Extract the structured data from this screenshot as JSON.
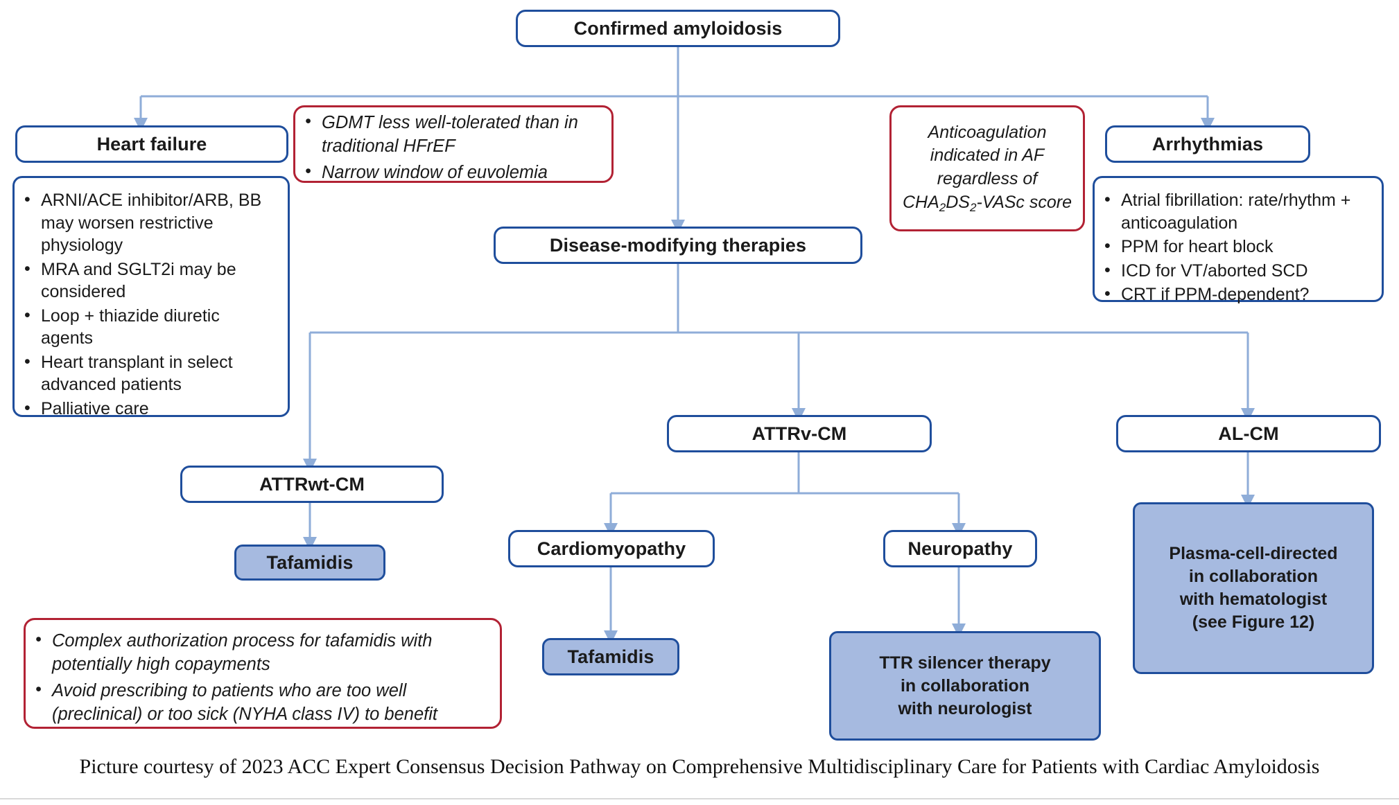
{
  "diagram": {
    "title_node": {
      "label": "Confirmed amyloidosis"
    },
    "branches": {
      "heart_failure": {
        "header": "Heart failure",
        "items": [
          "ARNI/ACE inhibitor/ARB, BB may worsen restrictive physiology",
          "MRA and SGLT2i may be considered",
          "Loop + thiazide diuretic agents",
          "Heart transplant in select advanced patients",
          "Palliative care"
        ]
      },
      "arrhythmias": {
        "header": "Arrhythmias",
        "items": [
          "Atrial fibrillation: rate/rhythm + anticoagulation",
          "PPM for heart block",
          "ICD for VT/aborted SCD",
          "CRT if PPM-dependent?"
        ]
      },
      "disease_modifying": {
        "label": "Disease-modifying therapies"
      }
    },
    "alerts": {
      "gdmt": {
        "items": [
          "GDMT less well-tolerated than in traditional HFrEF",
          "Narrow window of euvolemia"
        ]
      },
      "anticoagulation": {
        "line1": "Anticoagulation",
        "line2": "indicated in AF",
        "line3": "regardless of",
        "line4_prefix": "CHA",
        "line4_sub1": "2",
        "line4_mid": "DS",
        "line4_sub2": "2",
        "line4_suffix": "-VASc score"
      },
      "tafamidis_access": {
        "items": [
          "Complex authorization process for tafamidis with potentially high copayments",
          "Avoid prescribing to patients who are too well (preclinical) or too sick (NYHA class IV) to benefit"
        ]
      }
    },
    "subtypes": {
      "attrwt": {
        "label": "ATTRwt-CM"
      },
      "attrv": {
        "label": "ATTRv-CM"
      },
      "al": {
        "label": "AL-CM"
      }
    },
    "attrv_children": {
      "cardiomyopathy": {
        "label": "Cardiomyopathy"
      },
      "neuropathy": {
        "label": "Neuropathy"
      }
    },
    "treatments": {
      "tafamidis_wt": {
        "label": "Tafamidis"
      },
      "tafamidis_cm": {
        "label": "Tafamidis"
      },
      "ttr_silencer": {
        "line1": "TTR silencer therapy",
        "line2": "in collaboration",
        "line3": "with neurologist"
      },
      "plasma_cell": {
        "line1": "Plasma-cell-directed",
        "line2": "in collaboration",
        "line3": "with hematologist",
        "line4": "(see Figure 12)"
      }
    },
    "caption": "Picture courtesy of 2023 ACC Expert Consensus Decision Pathway on Comprehensive Multidisciplinary Care for Patients with Cardiac Amyloidosis",
    "colors": {
      "node_border": "#1f4e9c",
      "alert_border": "#b22234",
      "filled_node": "#a6bae0",
      "connector": "#8fadd8",
      "text": "#1a1a1a"
    }
  }
}
